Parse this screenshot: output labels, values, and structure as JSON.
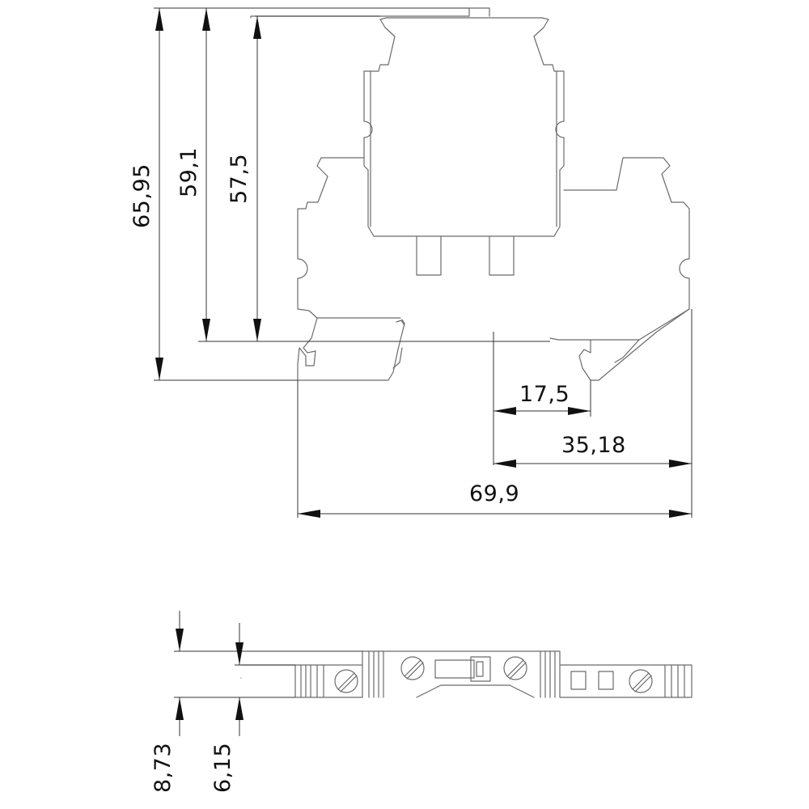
{
  "dimensions": {
    "height_total": "65,95",
    "height_mid": "59,1",
    "height_inner": "57,5",
    "width_small": "17,5",
    "width_mid": "35,18",
    "width_total": "69,9",
    "depth_total": "8,73",
    "depth_inner": "6,15"
  },
  "colors": {
    "outline": "#6b6b6b",
    "dimension": "#111111",
    "background": "#ffffff"
  }
}
